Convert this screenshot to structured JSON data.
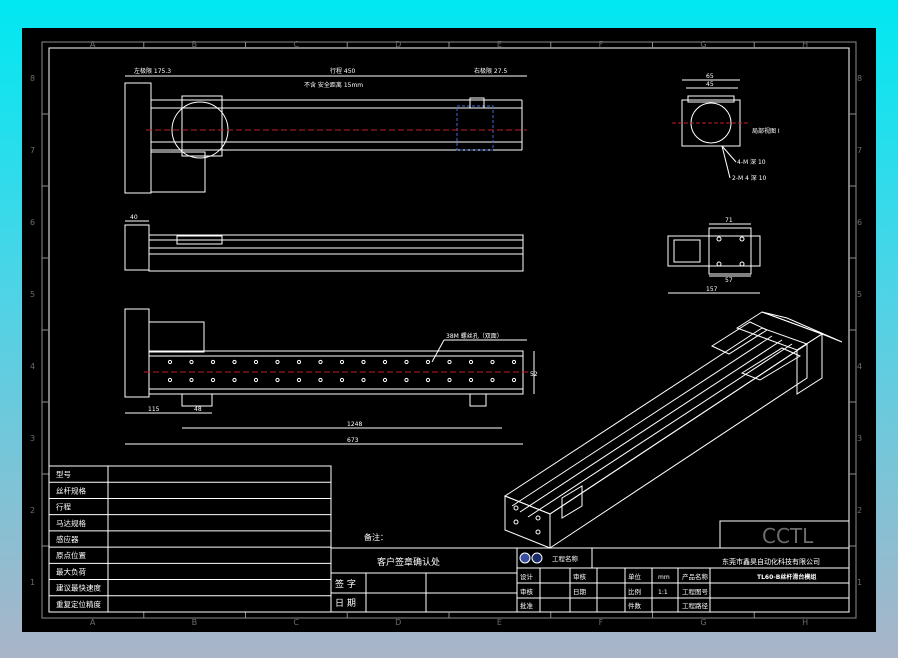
{
  "zone_letters": [
    "A",
    "B",
    "C",
    "D",
    "E",
    "F",
    "G",
    "H"
  ],
  "zone_numbers": [
    "8",
    "7",
    "6",
    "5",
    "4",
    "3",
    "2",
    "1"
  ],
  "dimensions": {
    "left_stroke": "左极限 175.3",
    "stroke": "行程 450",
    "safety": "不含 安全距离 15mm",
    "right_stroke": "右极限 27.5",
    "side_40": "40",
    "bottom_115": "115",
    "bottom_48": "48",
    "total_1": "1248",
    "total_2": "673",
    "slot_note": "38M 螺丝孔（双面）",
    "height_52": "52",
    "r_45": "45",
    "r_65": "65",
    "r_note": "局部视图 I",
    "r_hole1": "4-M 深 10",
    "r_hole2": "2-M 4 深 10",
    "r_71": "71",
    "r_57": "57",
    "r_157": "157"
  },
  "spec_table": {
    "labels": [
      "型号",
      "丝杆规格",
      "行程",
      "马达规格",
      "感应器",
      "原点位置",
      "最大负荷",
      "建议最快速度",
      "重复定位精度"
    ],
    "values": [
      "",
      "",
      "",
      "",
      "",
      "",
      "",
      "",
      ""
    ]
  },
  "customer": {
    "remark": "备注：",
    "confirm": "客户签章确认处",
    "sign": "签 字",
    "date": "日 期"
  },
  "title_block": {
    "logo": "CCTL",
    "company": "东莞市鑫昊自动化科技有限公司",
    "product": "TL60-B丝杆滑台模组",
    "part_name": "工程名称",
    "design": "设计",
    "review": "审核",
    "approve": "批准",
    "check": "审核",
    "date": "日期",
    "unit": "单位",
    "unit_val": "mm",
    "scale": "比例",
    "scale_val": "1:1",
    "qty": "件数",
    "prod_name": "产品名称",
    "drawing_no": "工程图号",
    "drawing_path": "工程路径"
  }
}
